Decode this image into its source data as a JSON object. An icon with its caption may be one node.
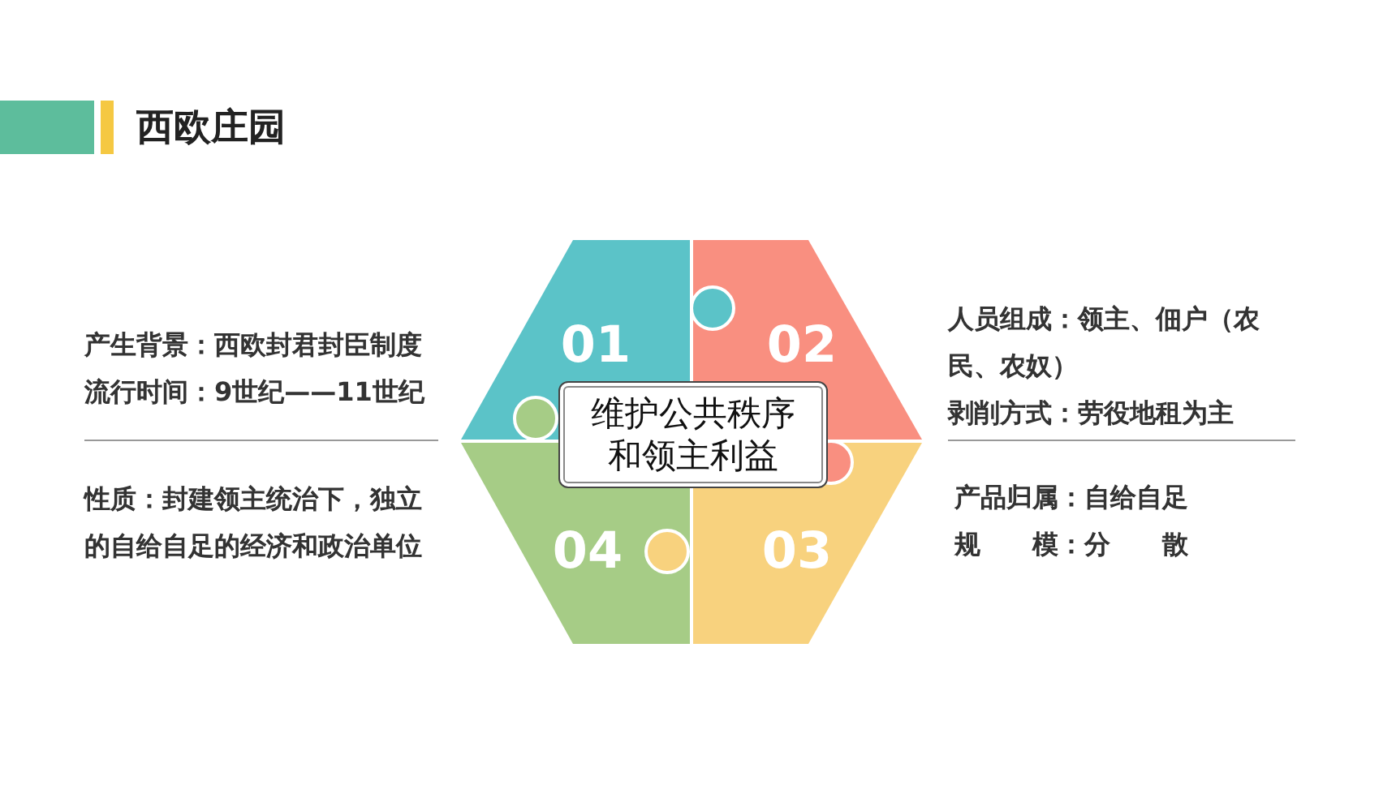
{
  "diagram": {
    "title": "西欧庄园",
    "nodes": [
      {
        "text": [
          "01"
        ]
      },
      {
        "text": [
          "02"
        ]
      },
      {
        "text": [
          "03"
        ]
      },
      {
        "text": [
          "04"
        ]
      },
      {
        "text": [
          "维护公共秩序和领主利益"
        ]
      }
    ],
    "labels": [
      "产生背景：西欧封君封臣制度",
      "流行时间：9世纪——11世纪",
      "人员组成：领主、佃户（农民、农奴）",
      "剥削方式：劳役地租为主",
      "性质：封建领主统治下，独立的自给自足的经济和政治单位",
      "产品归属：自给自足",
      "规　　模：分　　散"
    ]
  }
}
